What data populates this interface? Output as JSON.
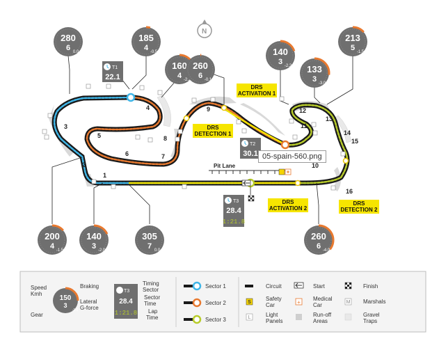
{
  "compass": {
    "label": "N"
  },
  "pit_lane": {
    "label": "Pit Lane"
  },
  "tooltip": {
    "text": "05-spain-560.png"
  },
  "turns": [
    "1",
    "2",
    "3",
    "4",
    "5",
    "6",
    "7",
    "8",
    "9",
    "10",
    "11",
    "12",
    "13",
    "14",
    "15",
    "16"
  ],
  "drs_labels": [
    {
      "line1": "DRS",
      "line2": "ACTIVATION 1"
    },
    {
      "line1": "DRS",
      "line2": "DETECTION 1"
    },
    {
      "line1": "DRS",
      "line2": "ACTIVATION 2"
    },
    {
      "line1": "DRS",
      "line2": "DETECTION 2"
    }
  ],
  "gauges": [
    {
      "speed": "280",
      "gear": "6",
      "gforce": "0.0"
    },
    {
      "speed": "185",
      "gear": "4",
      "gforce": "-0.5"
    },
    {
      "speed": "160",
      "gear": "4",
      "gforce": "-2.2"
    },
    {
      "speed": "260",
      "gear": "6",
      "gforce": "-0.1"
    },
    {
      "speed": "140",
      "gear": "3",
      "gforce": "-2.2"
    },
    {
      "speed": "133",
      "gear": "3",
      "gforce": "-3.0"
    },
    {
      "speed": "213",
      "gear": "5",
      "gforce": "-1.5"
    },
    {
      "speed": "200",
      "gear": "4",
      "gforce": "-1.5"
    },
    {
      "speed": "140",
      "gear": "3",
      "gforce": "-2.0"
    },
    {
      "speed": "305",
      "gear": "7",
      "gforce": "0.0"
    },
    {
      "speed": "260",
      "gear": "6",
      "gforce": "-4.0"
    }
  ],
  "timing": [
    {
      "sector": "T1",
      "sector_time": "22.1"
    },
    {
      "sector": "T2",
      "sector_time": "30.1"
    },
    {
      "sector": "T3",
      "sector_time": "28.4",
      "lap_time": "1:21.8"
    }
  ],
  "legend": {
    "speed": "Speed",
    "kmh": "Kmh",
    "gear": "Gear",
    "braking": "Braking",
    "lateral": "Lateral",
    "gforce": "G-force",
    "sample_speed": "150",
    "sample_gear": "3",
    "sample_g": "-1.0",
    "timing_sector": "Timing",
    "timing_sector2": "Sector",
    "sector_time": "Sector",
    "sector_time2": "Time",
    "lap_time": "Lap",
    "lap_time2": "Time",
    "sample_sector": "T3",
    "sample_sector_time": "28.4",
    "sample_lap_time": "1:21.8",
    "sector1": "Sector 1",
    "sector2": "Sector 2",
    "sector3": "Sector 3",
    "circuit": "Circuit",
    "safety_car1": "Safety",
    "safety_car2": "Car",
    "light_panels1": "Light",
    "light_panels2": "Panels",
    "start": "Start",
    "medical_car1": "Medical",
    "medical_car2": "Car",
    "runoff1": "Run-off",
    "runoff2": "Areas",
    "finish": "Finish",
    "marshals": "Marshals",
    "gravel1": "Gravel",
    "gravel2": "Traps",
    "safety_icon": "S",
    "light_icon": "L",
    "marshal_icon": "M",
    "medical_icon": "+"
  },
  "colors": {
    "sector1": "#3fb6e8",
    "sector2": "#e8792f",
    "sector3": "#b8cc2a",
    "drs": "#f6e500",
    "track": "#1a1a1a",
    "gauge_bg": "#6f6f6f",
    "brake": "#e8792f"
  },
  "icons": [
    "compass-icon",
    "start-icon",
    "finish-icon",
    "stopwatch-icon",
    "medical-icon",
    "safety-car-icon"
  ]
}
